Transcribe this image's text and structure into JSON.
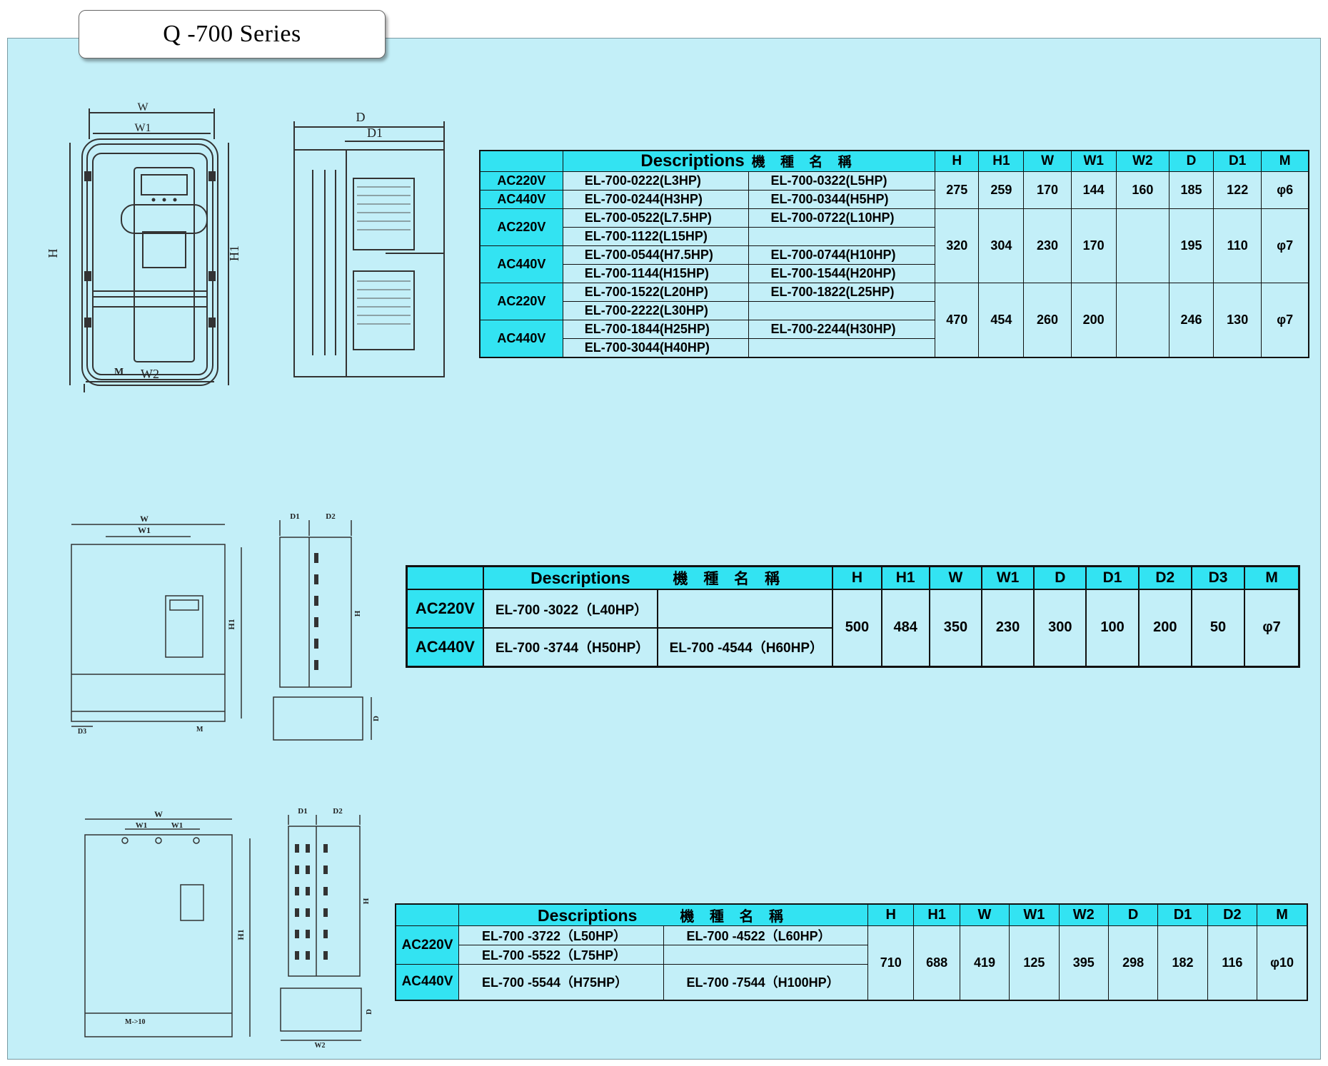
{
  "header": {
    "title": "Q -700 Series"
  },
  "drawings": {
    "d1": {
      "W": "W",
      "W1": "W1",
      "H": "H",
      "H1": "H1",
      "M": "M",
      "W2": "W2",
      "D": "D",
      "D1": "D1"
    },
    "d2": {
      "W": "W",
      "W1": "W1",
      "H1": "H1",
      "D3": "D3",
      "M": "M",
      "D1": "D1",
      "D2": "D2",
      "H": "H",
      "D": "D"
    },
    "d3": {
      "W": "W",
      "W1a": "W1",
      "W1b": "W1",
      "H1": "H1",
      "M": "M->10",
      "D1": "D1",
      "D2": "D2",
      "H": "H",
      "D": "D",
      "W2": "W2"
    }
  },
  "table1": {
    "desc_en": "Descriptions",
    "desc_zh": "機 種 名 稱",
    "columns": [
      "H",
      "H1",
      "W",
      "W1",
      "W2",
      "D",
      "D1",
      "M"
    ],
    "v220": "AC220V",
    "v440": "AC440V",
    "models": [
      [
        "EL-700-0222(L3HP)",
        "EL-700-0322(L5HP)"
      ],
      [
        "EL-700-0244(H3HP)",
        "EL-700-0344(H5HP)"
      ],
      [
        "EL-700-0522(L7.5HP)",
        "EL-700-0722(L10HP)"
      ],
      [
        "EL-700-1122(L15HP)",
        ""
      ],
      [
        "EL-700-0544(H7.5HP)",
        "EL-700-0744(H10HP)"
      ],
      [
        "EL-700-1144(H15HP)",
        "EL-700-1544(H20HP)"
      ],
      [
        "EL-700-1522(L20HP)",
        "EL-700-1822(L25HP)"
      ],
      [
        "EL-700-2222(L30HP)",
        ""
      ],
      [
        "EL-700-1844(H25HP)",
        "EL-700-2244(H30HP)"
      ],
      [
        "EL-700-3044(H40HP)",
        ""
      ]
    ],
    "dims": [
      [
        "275",
        "259",
        "170",
        "144",
        "160",
        "185",
        "122",
        "φ6"
      ],
      [
        "320",
        "304",
        "230",
        "170",
        "",
        "195",
        "110",
        "φ7"
      ],
      [
        "470",
        "454",
        "260",
        "200",
        "",
        "246",
        "130",
        "φ7"
      ]
    ]
  },
  "table2": {
    "desc_en": "Descriptions",
    "desc_zh": "機 種 名 稱",
    "columns": [
      "H",
      "H1",
      "W",
      "W1",
      "D",
      "D1",
      "D2",
      "D3",
      "M"
    ],
    "v220": "AC220V",
    "v440": "AC440V",
    "models": [
      [
        "EL-700 -3022（L40HP）",
        ""
      ],
      [
        "EL-700 -3744（H50HP）",
        "EL-700 -4544（H60HP）"
      ]
    ],
    "dims": [
      "500",
      "484",
      "350",
      "230",
      "300",
      "100",
      "200",
      "50",
      "φ7"
    ]
  },
  "table3": {
    "desc_en": "Descriptions",
    "desc_zh": "機 種 名 稱",
    "columns": [
      "H",
      "H1",
      "W",
      "W1",
      "W2",
      "D",
      "D1",
      "D2",
      "M"
    ],
    "v220": "AC220V",
    "v440": "AC440V",
    "models": [
      [
        "EL-700 -3722（L50HP）",
        "EL-700 -4522（L60HP）"
      ],
      [
        "EL-700 -5522（L75HP）",
        ""
      ],
      [
        "EL-700 -5544（H75HP）",
        "EL-700 -7544（H100HP）"
      ]
    ],
    "dims": [
      "710",
      "688",
      "419",
      "125",
      "395",
      "298",
      "182",
      "116",
      "φ10"
    ]
  }
}
